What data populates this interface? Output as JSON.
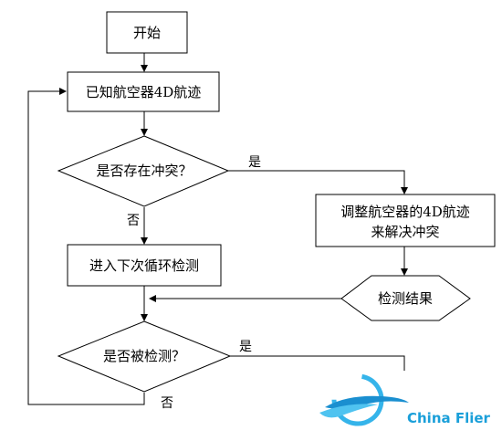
{
  "nodes": {
    "start": "开始",
    "known_4d": "已知航空器4D航迹",
    "conflict_q": "是否存在冲突？",
    "adjust_line1": "调整航空器的4D航迹",
    "adjust_line2": "来解决冲突",
    "next_loop": "进入下次循环检测",
    "detect_result": "检测结果",
    "detected_q": "是否被检测？"
  },
  "edges": {
    "conflict_yes": "是",
    "conflict_no": "否",
    "detected_yes": "是",
    "detected_no": "否"
  },
  "watermark": {
    "text": "China Flier",
    "color": "#1a9fd9"
  }
}
